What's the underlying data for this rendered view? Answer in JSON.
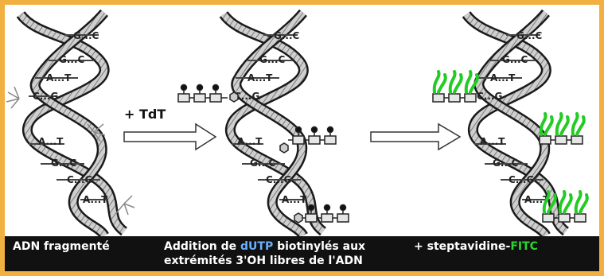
{
  "colors": {
    "frame": "#f2b040",
    "caption_bg": "#111111",
    "caption_text": "#ffffff",
    "dutp_text": "#6ab0ff",
    "fitc": "#2bd52b"
  },
  "arrow1_label": "+ TdT",
  "base_pairs": [
    "G...C",
    "G...C",
    "A...T",
    "C...G",
    "A...T",
    "G...C",
    "C...G",
    "A...T"
  ],
  "captions": {
    "step1": "ADN fragmenté",
    "step2_line1_pre": "Addition de ",
    "step2_line1_highlight": "dUTP",
    "step2_line1_post": " biotinylés aux",
    "step2_line2": "extrémités 3'OH libres de l'ADN",
    "step3_pre": "+ steptavidine-",
    "step3_highlight": "FITC"
  },
  "icons": [
    "dna-helix-icon",
    "biotin-dutp-icon",
    "fitc-label-icon",
    "arrow-right-icon",
    "break-site-icon"
  ]
}
